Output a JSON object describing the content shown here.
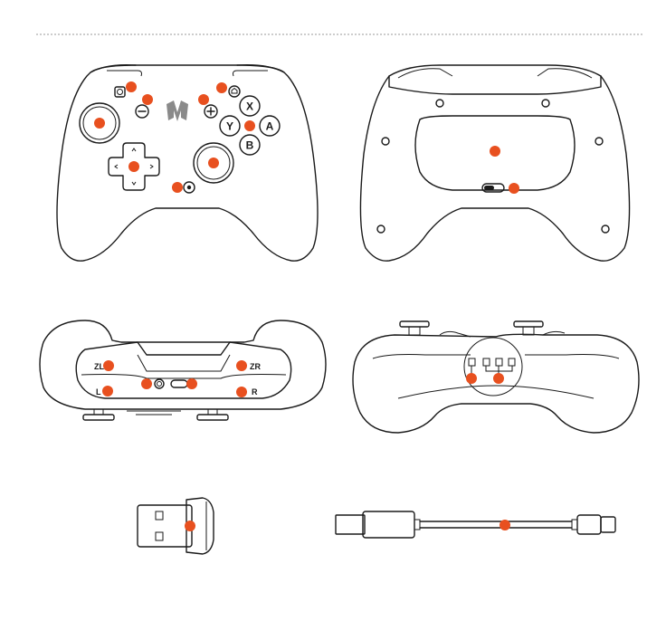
{
  "front": {
    "buttons": {
      "x": "X",
      "y": "Y",
      "a": "A",
      "b": "B"
    }
  },
  "top": {
    "labels": {
      "zl": "ZL",
      "l": "L",
      "zr": "ZR",
      "r": "R"
    }
  },
  "colors": {
    "callout": "#e8501f",
    "line": "#1a1a1a",
    "background": "#ffffff"
  },
  "icons": {
    "logo": "stylized-m-logo-icon",
    "dpad": "dpad-icon",
    "turbo": "gear-icon",
    "home": "home-icon",
    "capture": "square-icon"
  }
}
